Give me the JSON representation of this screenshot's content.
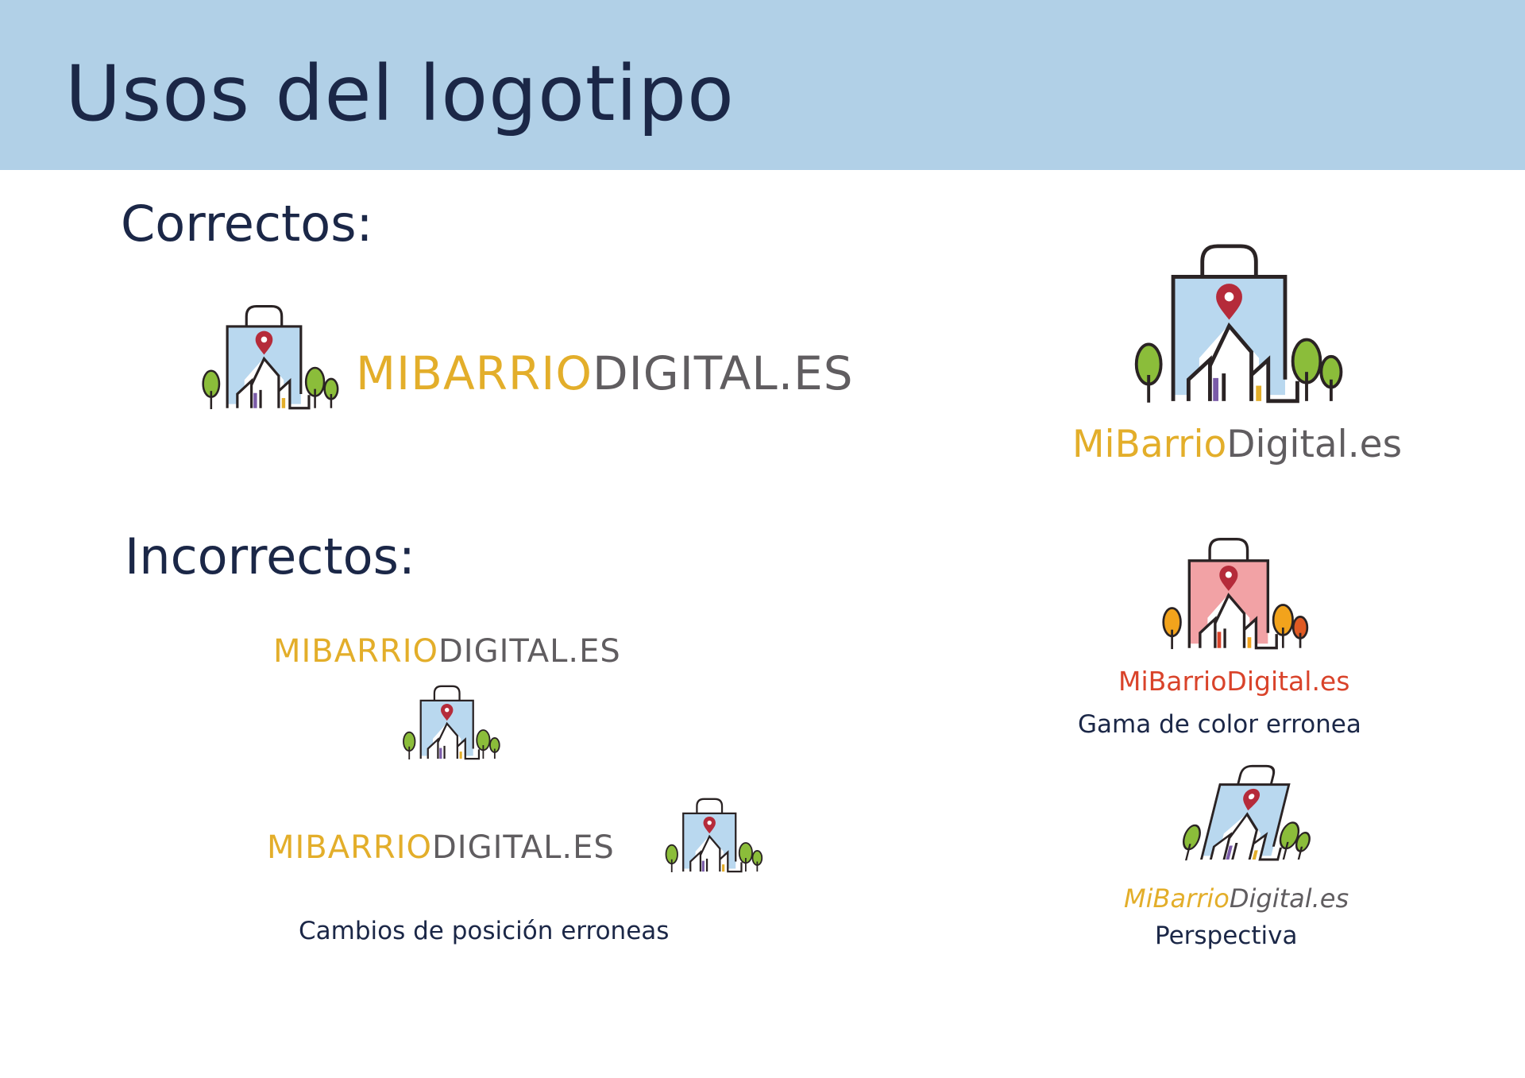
{
  "header": {
    "title": "Usos del logotipo"
  },
  "sections": {
    "correct": {
      "heading": "Correctos:"
    },
    "incorrect": {
      "heading": "Incorrectos:"
    }
  },
  "brand": {
    "upper": {
      "part_a": "MIBARRIO",
      "part_b": "DIGITAL.ES"
    },
    "mixed": {
      "part_a": "MiBarrio",
      "part_b": "Digital.es"
    },
    "colors": {
      "gold": "#e3ae2a",
      "grey": "#605d60",
      "bag_blue": "#b9d8ef",
      "bag_pink": "#f2a2a5",
      "tree_green": "#8bbd3a",
      "pin_red": "#b52b3a",
      "wrong_text_red": "#d9432a",
      "heading_navy": "#1b2747",
      "header_bg": "#b1d0e7"
    }
  },
  "captions": {
    "position": "Cambios de posición erroneas",
    "color": "Gama de color erronea",
    "perspective": "Perspectiva"
  },
  "icons": {
    "logo_mark": "shopping-bag-with-houses-trees-and-map-pin-icon"
  }
}
